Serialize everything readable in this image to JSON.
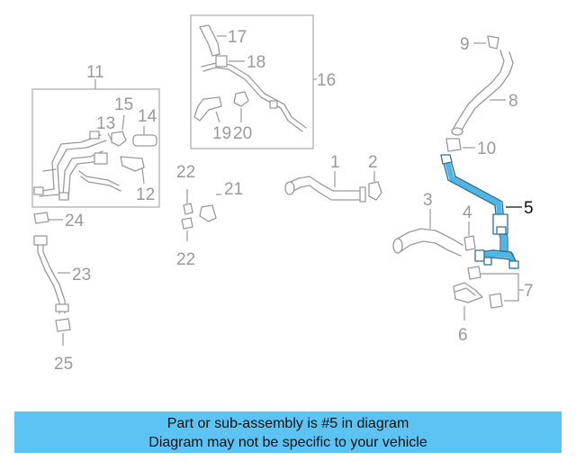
{
  "callouts": {
    "c1": "1",
    "c2": "2",
    "c3": "3",
    "c4": "4",
    "c5": "5",
    "c6": "6",
    "c7": "7",
    "c8": "8",
    "c9": "9",
    "c10": "10",
    "c11": "11",
    "c12": "12",
    "c13": "13",
    "c14": "14",
    "c15": "15",
    "c16": "16",
    "c17": "17",
    "c18": "18",
    "c19": "19",
    "c20": "20",
    "c21": "21",
    "c22a": "22",
    "c22b": "22",
    "c23": "23",
    "c24": "24",
    "c25": "25"
  },
  "colors": {
    "highlight_part": "#4fb7e6",
    "banner": "#5bc4f2"
  },
  "banner": {
    "line1": "Part or sub-assembly is #5 in diagram",
    "line2": "Diagram may not be specific to your vehicle"
  }
}
